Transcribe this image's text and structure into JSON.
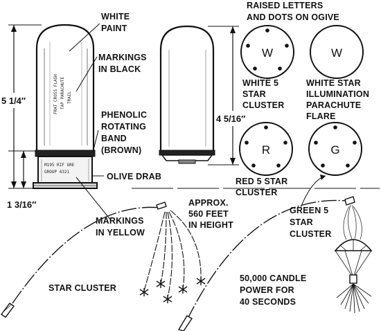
{
  "labels": {
    "white_paint": [
      "WHITE",
      "PAINT"
    ],
    "markings_black": [
      "MARKINGS",
      "IN BLACK"
    ],
    "phenolic_band": [
      "PHENOLIC",
      "ROTATING",
      "BAND",
      "(BROWN)"
    ],
    "olive_drab": "OLIVE DRAB",
    "markings_yellow": [
      "MARKINGS",
      "IN YELLOW"
    ],
    "star_cluster": "STAR CLUSTER",
    "raised_letters": [
      "RAISED LETTERS",
      "AND DOTS ON OGIVE"
    ],
    "white5": [
      "WHITE 5",
      "STAR",
      "CLUSTER"
    ],
    "white_star_flare": [
      "WHITE STAR",
      "ILLUMINATION",
      "PARACHUTE",
      "FLARE"
    ],
    "red5": [
      "RED 5 STAR",
      "CLUSTER"
    ],
    "green5": [
      "GREEN 5",
      "STAR",
      "CLUSTER"
    ],
    "approx_height": [
      "APPROX.",
      "560 FEET",
      "IN HEIGHT"
    ],
    "candle_power": [
      "50,000 CANDLE",
      "POWER FOR",
      "40 SECONDS"
    ]
  },
  "dimensions": {
    "overall_length": "5 1/4″",
    "base_length": "1 3/16″",
    "mid_length": "4 5/16″"
  },
  "ogive_letters": {
    "white_cluster": "W",
    "white_flare": "W",
    "red_cluster": "R",
    "green_cluster": "G"
  },
  "stencil_markings": {
    "body_black": [
      "FRAT CROSS FLASH",
      "TAP PARACHUTE",
      "TRAIL"
    ],
    "base_yellow": [
      "M195 RIF GRE",
      "GROUP 4321"
    ]
  }
}
